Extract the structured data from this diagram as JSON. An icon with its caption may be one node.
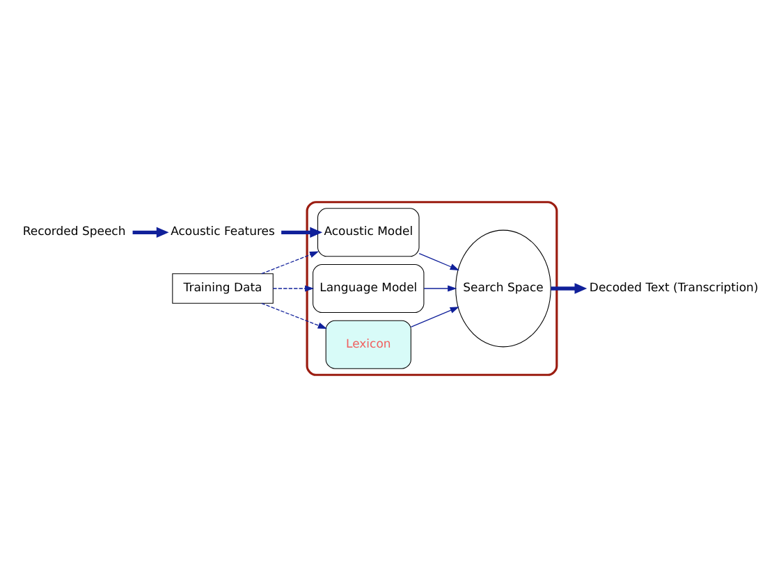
{
  "diagram": {
    "nodes": [
      {
        "text": [
          "Recorded Speech"
        ]
      },
      {
        "text": [
          "Acoustic Features"
        ]
      },
      {
        "text": [],
        "shape": "box"
      },
      {
        "text": [
          "Acoustic Model"
        ],
        "in": 2
      },
      {
        "text": [
          "Lexicon"
        ],
        "in": 2
      },
      {
        "text": [
          "Language Model"
        ],
        "in": 2
      },
      {
        "text": [
          "Search Space"
        ],
        "in": 2
      },
      {
        "text": [
          "Decoded Text (Transcription)"
        ]
      },
      {
        "text": [
          "Training Data"
        ]
      }
    ],
    "edges": [
      {
        "from": 0,
        "to": 1,
        "arrow": "to",
        "style": "thick"
      },
      {
        "from": 1,
        "to": 3,
        "arrow": "to",
        "style": "thick"
      },
      {
        "from": 3,
        "to": 6,
        "arrow": "to"
      },
      {
        "from": 4,
        "to": 6,
        "arrow": "to"
      },
      {
        "from": 5,
        "to": 6,
        "arrow": "to"
      },
      {
        "from": 6,
        "to": 7,
        "arrow": "to",
        "style": "thick"
      },
      {
        "from": 8,
        "to": 3,
        "arrow": "to",
        "style": "dashed"
      },
      {
        "from": 8,
        "to": 4,
        "arrow": "to",
        "style": "dashed"
      },
      {
        "from": 8,
        "to": 5,
        "arrow": "to",
        "style": "dashed"
      }
    ]
  }
}
